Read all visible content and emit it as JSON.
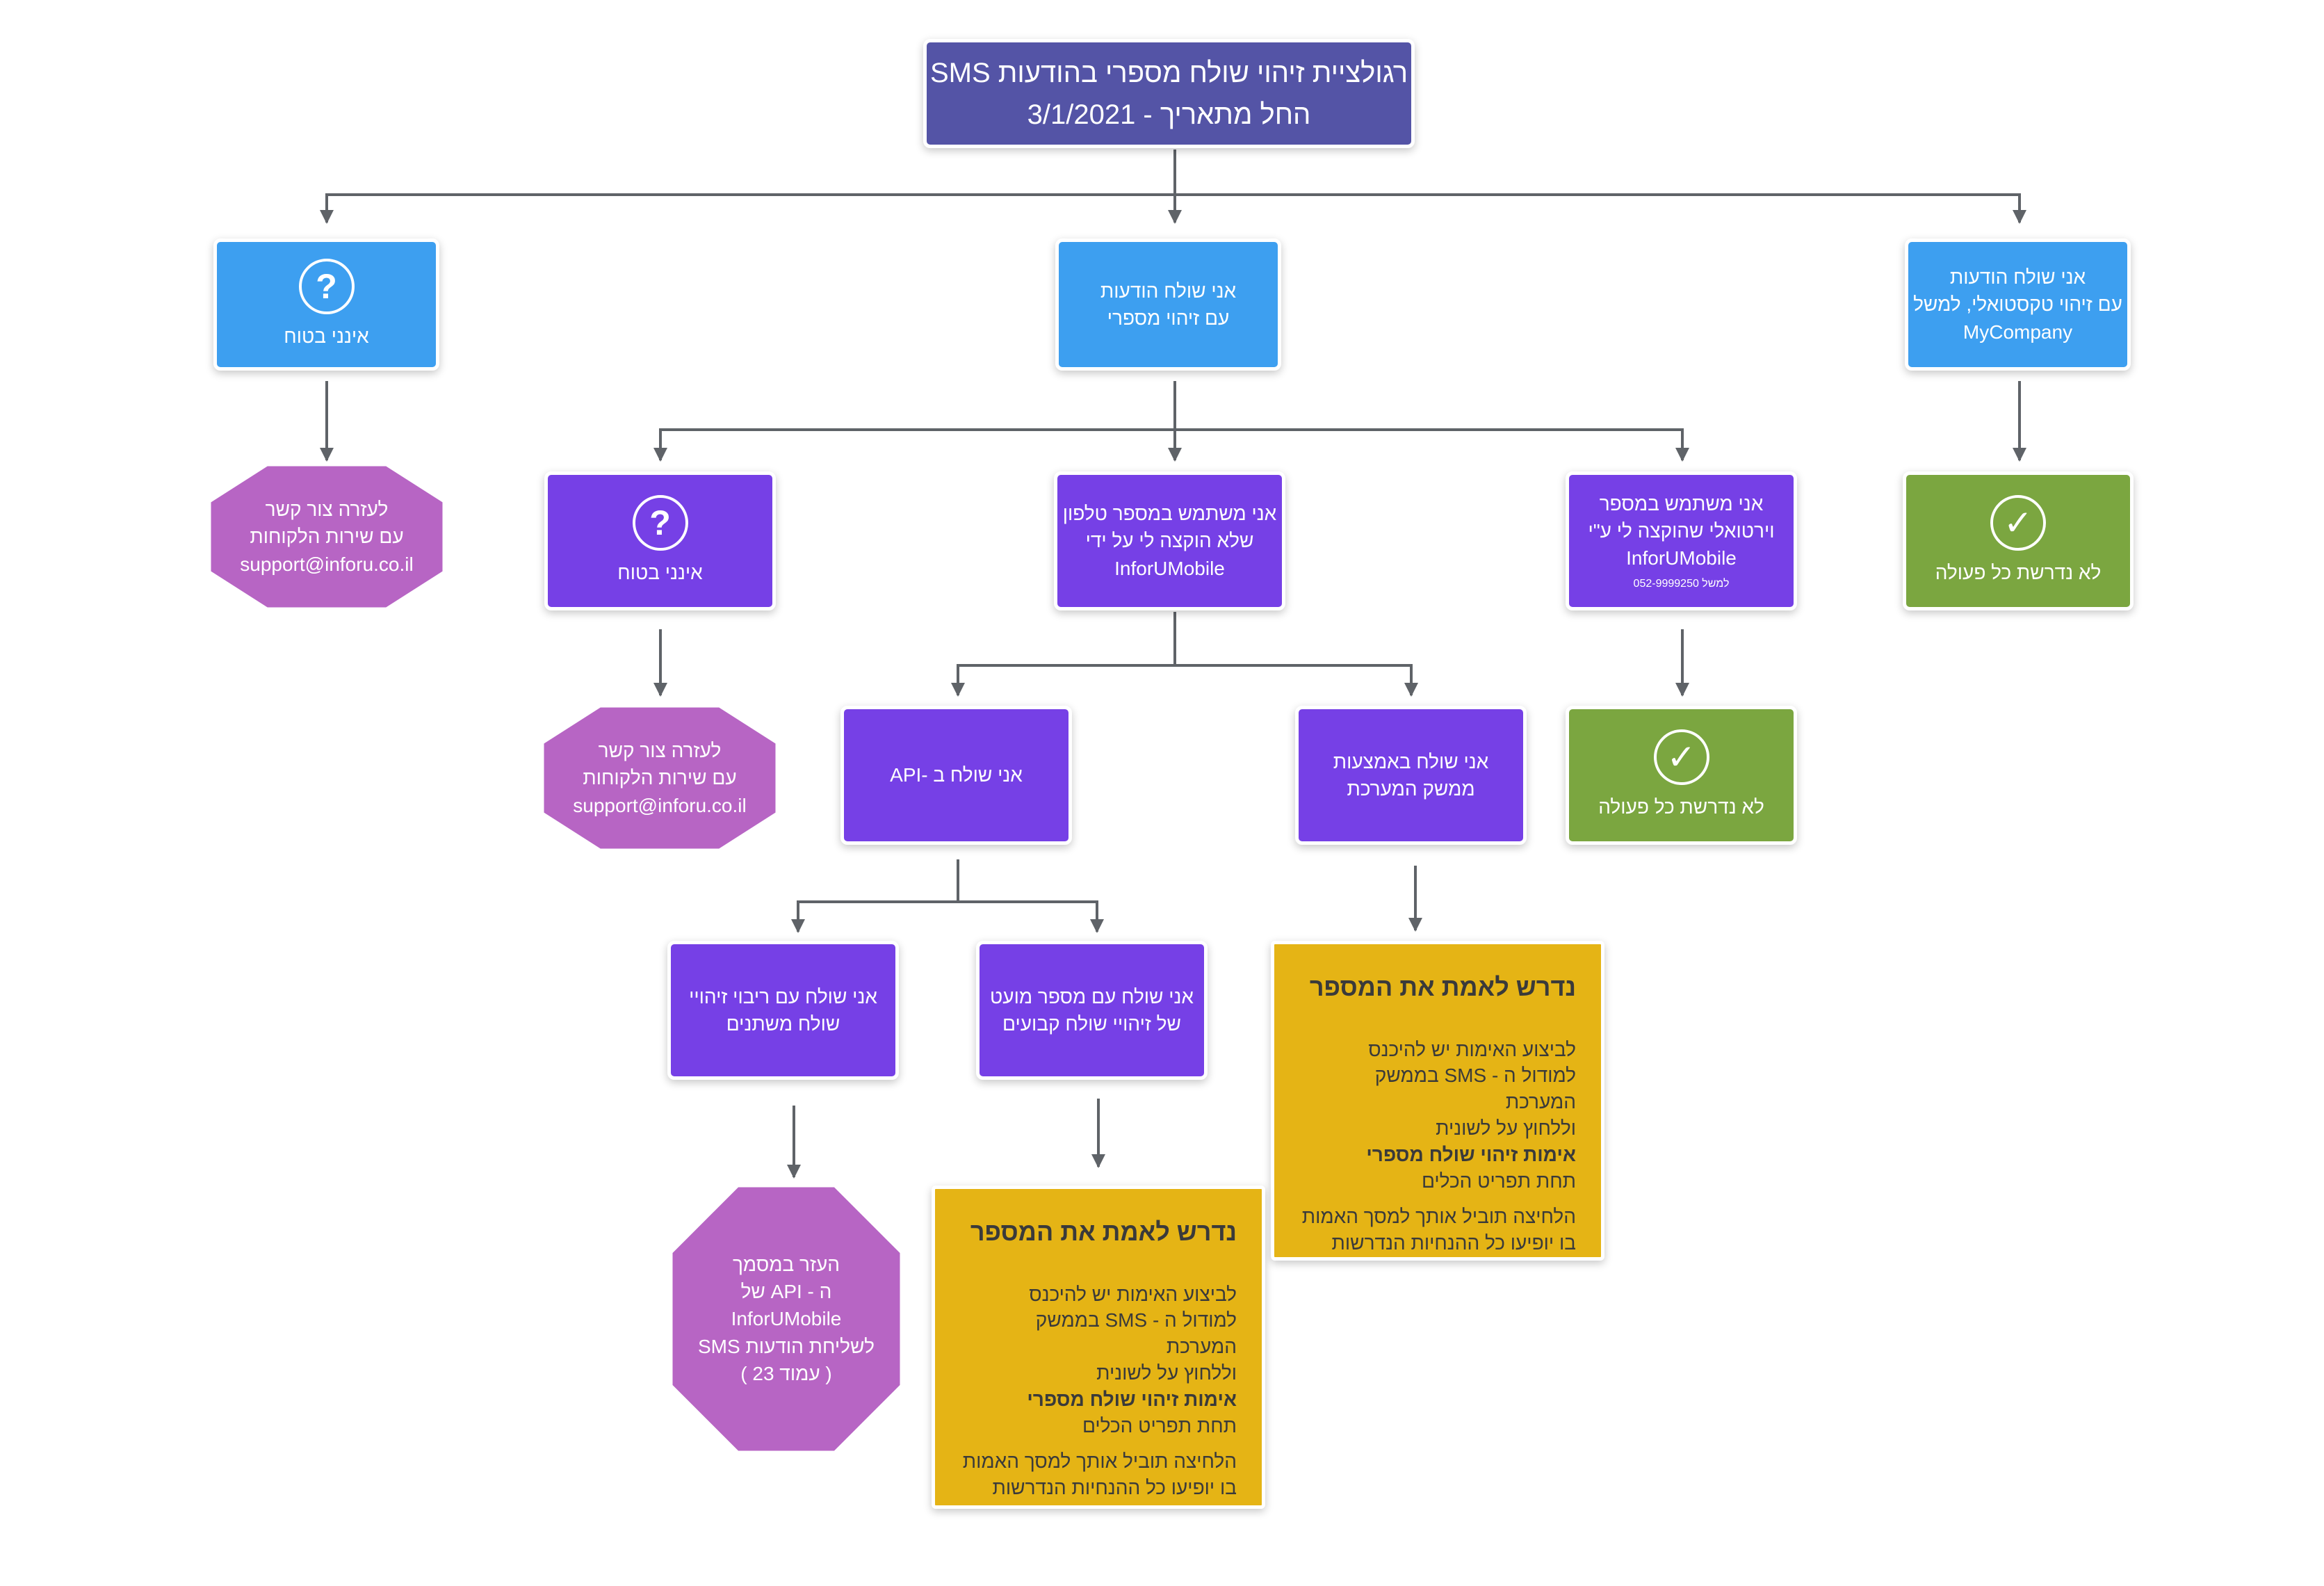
{
  "header": {
    "line1": "רגולציית זיהוי שולח מספרי בהודעות SMS",
    "line2": "החל מתאריך - 3/1/2021"
  },
  "level1": {
    "textual": {
      "line1": "אני שולח הודעות",
      "line2": "עם זיהוי טקסטואלי, למשל",
      "line3": "MyCompany"
    },
    "numeric": {
      "line1": "אני שולח הודעות",
      "line2": "עם זיהוי מספרי"
    },
    "unsure": {
      "icon": "question-icon",
      "label": "אינני בטוח"
    }
  },
  "level2": {
    "textual_result": {
      "icon": "check-icon",
      "label": "לא נדרשת כל פעולה"
    },
    "virtual": {
      "line1": "אני משתמש במספר",
      "line2": "וירטואלי  שהוקצה לי ע\"י",
      "line3": "InforUMobile",
      "note": "למשל 052-9999250"
    },
    "own_phone": {
      "line1": "אני משתמש במספר טלפון",
      "line2": "שלא הוקצה לי על ידי",
      "line3": "InforUMobile"
    },
    "unsure": {
      "icon": "question-icon",
      "label": "אינני בטוח"
    },
    "support": {
      "line1": "לעזרה צור קשר",
      "line2": "עם שירות הלקוחות",
      "line3": "support@inforu.co.il"
    }
  },
  "level3": {
    "virtual_result": {
      "icon": "check-icon",
      "label": "לא נדרשת כל פעולה"
    },
    "system_ui": {
      "line1": "אני שולח באמצעות",
      "line2": "ממשק המערכת"
    },
    "api": {
      "line1": "אני שולח  ב -API"
    },
    "support": {
      "line1": "לעזרה צור קשר",
      "line2": "עם שירות הלקוחות",
      "line3": "support@inforu.co.il"
    }
  },
  "level4": {
    "fixed": {
      "line1": "אני שולח עם מספר מועט",
      "line2": "של זיהויי שולח קבועים"
    },
    "variable": {
      "line1": "אני שולח עם ריבוי זיהויי",
      "line2": "שולח משתנים"
    }
  },
  "verify_system": {
    "title": "נדרש לאמת את המספר",
    "p1_l1": "לביצוע האימות יש להיכנס",
    "p1_l2": "למודול ה - SMS  בממשק המערכת",
    "p1_l3": "וללחוץ על לשונית",
    "p1_bold": "אימות זיהוי שולח מספרי",
    "p1_l5": "תחת תפריט הכלים",
    "p2_l1": "הלחיצה תוביל אותך למסך האמות",
    "p2_l2": "בו יופיעו כל ההנחיות הנדרשות"
  },
  "verify_api": {
    "title": "נדרש לאמת את המספר",
    "p1_l1": "לביצוע האימות יש להיכנס",
    "p1_l2": "למודול ה - SMS  בממשק המערכת",
    "p1_l3": "וללחוץ על לשונית",
    "p1_bold": "אימות זיהוי שולח מספרי",
    "p1_l5": "תחת תפריט הכלים",
    "p2_l1": "הלחיצה תוביל אותך למסך האמות",
    "p2_l2": "בו יופיעו כל ההנחיות הנדרשות"
  },
  "api_doc": {
    "line1": "העזר במסמך",
    "line2": "ה - API  של",
    "line3": "InforUMobile",
    "line4": "לשליחת הודעות  SMS",
    "line5": "( עמוד 23 )"
  },
  "colors": {
    "header": "#5454a6",
    "blue": "#3d9ff0",
    "purple": "#7640e6",
    "green": "#7ba640",
    "magenta": "#b765c4",
    "yellow": "#e5b415",
    "connector": "#5f6368"
  }
}
